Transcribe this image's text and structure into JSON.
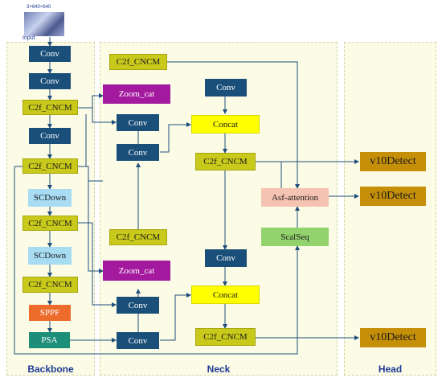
{
  "input": {
    "size_label": "3×640×640",
    "label": "Input"
  },
  "sections": {
    "backbone": "Backbone",
    "neck": "Neck",
    "head": "Head"
  },
  "backbone": [
    "Conv",
    "Conv",
    "C2f_CNCM",
    "Conv",
    "C2f_CNCM",
    "SCDown",
    "C2f_CNCM",
    "SCDown",
    "C2f_CNCM",
    "SPPF",
    "PSA"
  ],
  "neck": {
    "top_c2f": "C2f_CNCM",
    "zoom_cat_top": "Zoom_cat",
    "conv_a": "Conv",
    "conv_b": "Conv",
    "c2f_mid": "C2f_CNCM",
    "zoom_cat_bottom": "Zoom_cat",
    "conv_c": "Conv",
    "conv_d": "Conv",
    "conv_right_top": "Conv",
    "concat_top": "Concat",
    "c2f_right_top": "C2f_CNCM",
    "conv_right_mid": "Conv",
    "concat_bottom": "Concat",
    "c2f_right_bottom": "C2f_CNCM",
    "asf_attention": "Asf-attention",
    "scalseq": "ScalSeq"
  },
  "head": [
    "v10Detect",
    "v10Detect",
    "v10Detect"
  ],
  "colors": {
    "conv": "#1a4f7a",
    "c2f": "#c9c91b",
    "zoom_cat": "#a31a9e",
    "concat": "#ffff00",
    "scdown": "#a8dcf3",
    "sppf": "#ed6b2b",
    "psa": "#1d8e78",
    "asf": "#f5c3b1",
    "scalseq": "#92d36d",
    "detect": "#c58f07",
    "arrow": "#1f4f7a"
  }
}
